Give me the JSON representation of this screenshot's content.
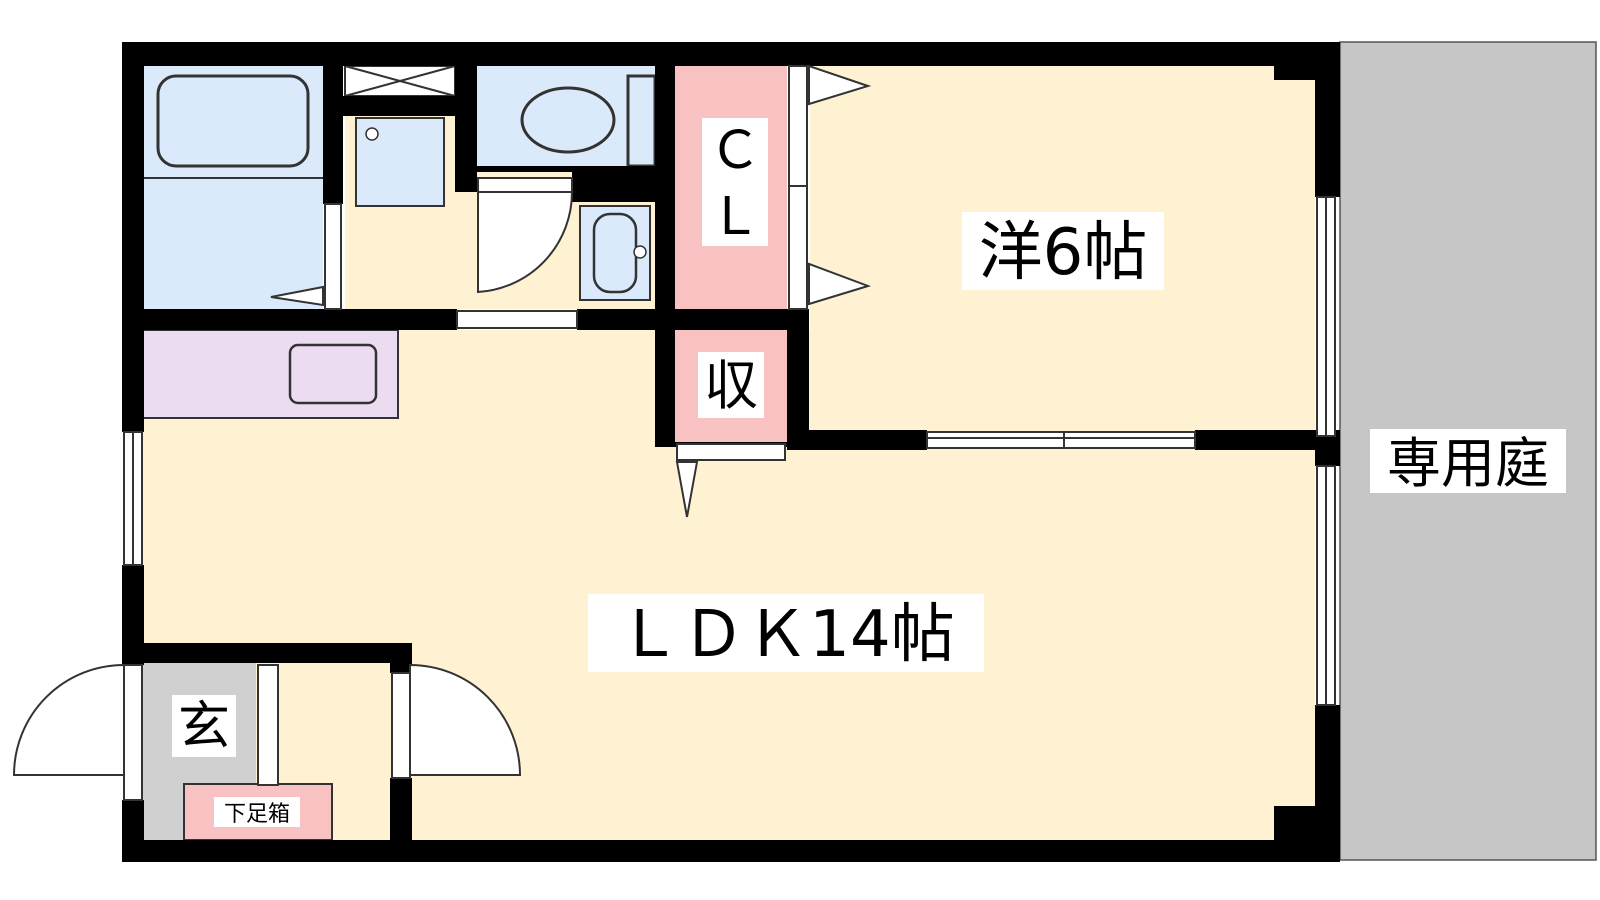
{
  "rooms": {
    "western": "洋6帖",
    "ldk": "ＬＤＫ14帖",
    "closet": "ＣＬ",
    "storage": "収",
    "entrance": "玄",
    "shoe_box": "下足箱",
    "garden": "専用庭"
  },
  "colors": {
    "wall": "#000000",
    "floor": "#fff2d2",
    "wet_area": "#daeafa",
    "storage": "#f8c2c2",
    "kitchen": "#ecdcf2",
    "entrance": "#d0d0d0",
    "garden": "#c6c6c6",
    "label_bg": "#ffffff"
  },
  "icons": {
    "bathtub": "bathtub-icon",
    "toilet": "toilet-icon",
    "sink": "sink-icon",
    "washer": "washer-pan-icon",
    "kitchen_sink": "kitchen-sink-icon"
  }
}
